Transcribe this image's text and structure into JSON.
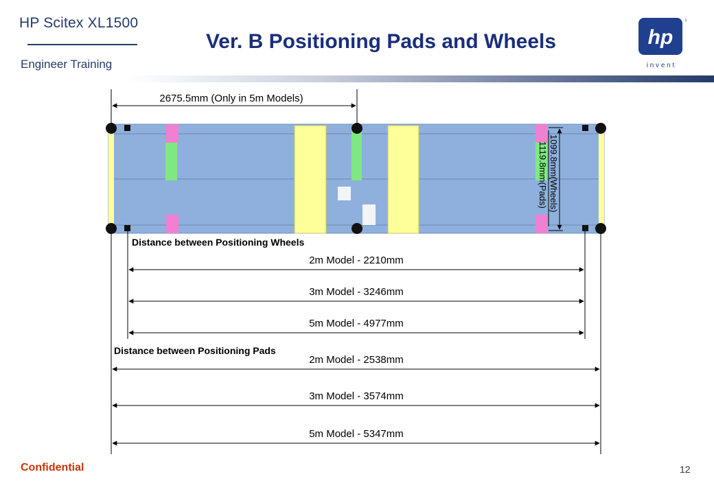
{
  "header": {
    "brand": "HP Scitex XL1500",
    "department": "Engineer  Training",
    "title": "Ver. B Positioning Pads and Wheels",
    "logo": {
      "text": "hp",
      "tagline": "i n v e n t",
      "color": "#1f3f8f"
    }
  },
  "diagram": {
    "top_dimension": "2675.5mm (Only in 5m Models)",
    "wheels_width_label": "1099.8mm(Wheels)",
    "pads_width_label": "1119.8mm(Pads)",
    "wheels_section": {
      "heading": "Distance between Positioning Wheels",
      "dimensions": [
        "2m Model - 2210mm",
        "3m Model - 3246mm",
        "5m Model - 4977mm"
      ]
    },
    "pads_section": {
      "heading": "Distance between Positioning Pads",
      "dimensions": [
        "2m Model - 2538mm",
        "3m Model - 3574mm",
        "5m Model - 5347mm"
      ]
    },
    "colors": {
      "table": "#8fb0dc",
      "rail": "#ffff99",
      "green_block": "#80e880",
      "pink_block": "#f080d0"
    }
  },
  "footer": {
    "confidential": "Confidential",
    "page_number": "12"
  }
}
